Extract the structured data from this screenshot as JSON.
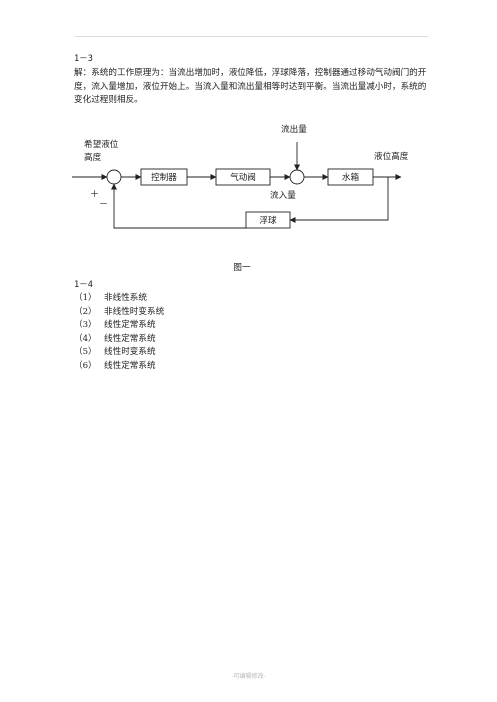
{
  "section1": {
    "heading": "1－3",
    "paragraph": "解：系统的工作原理为：当流出增加时，液位降低，浮球降落，控制器通过移动气动阀门的开度，流入量增加，液位开始上。当流入量和流出量相等时达到平衡。当流出量减小时，系统的变化过程则相反。"
  },
  "diagram": {
    "label_desired_line1": "希望液位",
    "label_desired_line2": "高度",
    "label_outflow": "流出量",
    "label_level": "液位高度",
    "label_inflow": "流入量",
    "label_plus": "＋",
    "label_minus": "－",
    "block_controller": "控制器",
    "block_valve": "气动阀",
    "block_tank": "水箱",
    "block_float": "浮球",
    "caption": "图一"
  },
  "section2": {
    "heading": "1－4",
    "items": [
      {
        "num": "（1）",
        "text": "非线性系统"
      },
      {
        "num": "（2）",
        "text": "非线性时变系统"
      },
      {
        "num": "（3）",
        "text": "线性定常系统"
      },
      {
        "num": "（4）",
        "text": "线性定常系统"
      },
      {
        "num": "（5）",
        "text": "线性时变系统"
      },
      {
        "num": "（6）",
        "text": "线性定常系统"
      }
    ]
  },
  "footer": {
    "text": "-可编辑修改-"
  }
}
